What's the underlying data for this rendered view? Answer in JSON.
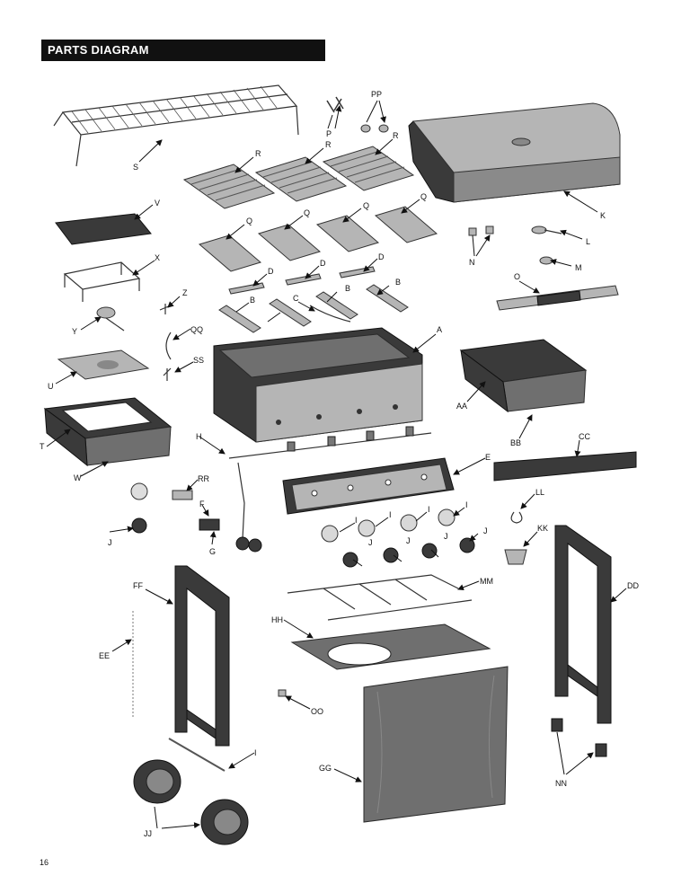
{
  "header": {
    "title": "PARTS DIAGRAM"
  },
  "page_number": "16",
  "labels": [
    "S",
    "P",
    "PP",
    "R",
    "R",
    "R",
    "K",
    "V",
    "Q",
    "Q",
    "Q",
    "Q",
    "N",
    "L",
    "M",
    "X",
    "D",
    "D",
    "D",
    "O",
    "Z",
    "C",
    "B",
    "B",
    "B",
    "Y",
    "QQ",
    "A",
    "U",
    "SS",
    "AA",
    "T",
    "H",
    "BB",
    "CC",
    "E",
    "W",
    "RR",
    "F",
    "LL",
    "G",
    "I",
    "I",
    "I",
    "I",
    "J",
    "J",
    "J",
    "J",
    "J",
    "KK",
    "FF",
    "MM",
    "DD",
    "EE",
    "HH",
    "OO",
    "I",
    "GG",
    "NN",
    "JJ"
  ]
}
